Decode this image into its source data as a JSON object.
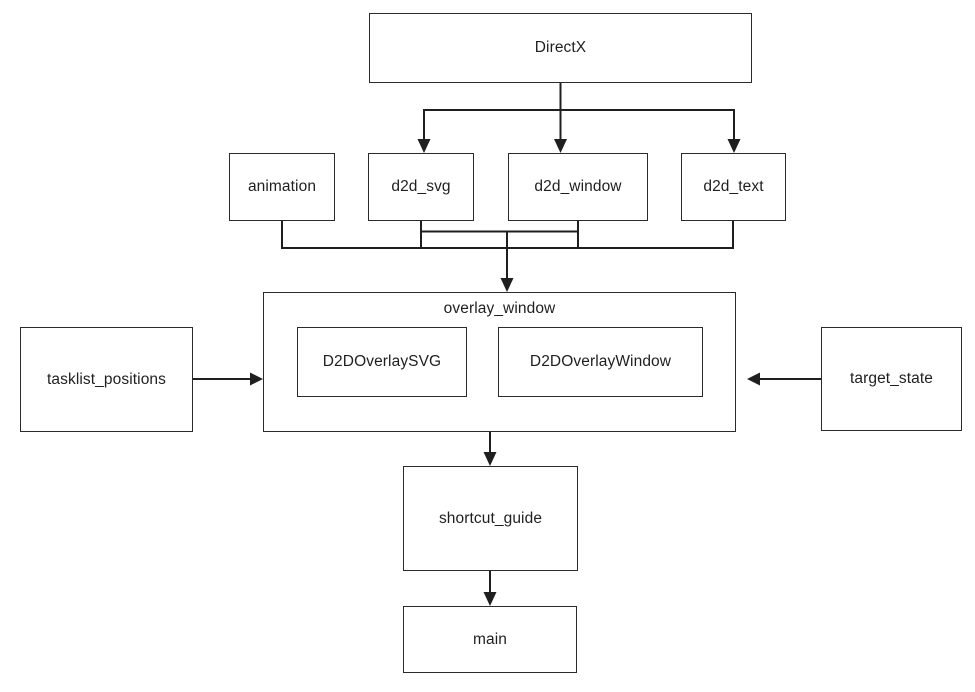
{
  "nodes": {
    "directx": {
      "label": "DirectX"
    },
    "animation": {
      "label": "animation"
    },
    "d2d_svg": {
      "label": "d2d_svg"
    },
    "d2d_window": {
      "label": "d2d_window"
    },
    "d2d_text": {
      "label": "d2d_text"
    },
    "overlay_window": {
      "label": "overlay_window"
    },
    "d2d_overlay_svg": {
      "label": "D2DOverlaySVG"
    },
    "d2d_overlay_window": {
      "label": "D2DOverlayWindow"
    },
    "tasklist_positions": {
      "label": "tasklist_positions"
    },
    "target_state": {
      "label": "target_state"
    },
    "shortcut_guide": {
      "label": "shortcut_guide"
    },
    "main": {
      "label": "main"
    }
  },
  "edges": [
    {
      "from": "DirectX",
      "to": "d2d_svg"
    },
    {
      "from": "DirectX",
      "to": "d2d_window"
    },
    {
      "from": "DirectX",
      "to": "d2d_text"
    },
    {
      "from": "animation",
      "to": "overlay_window"
    },
    {
      "from": "d2d_svg",
      "to": "overlay_window"
    },
    {
      "from": "d2d_window",
      "to": "overlay_window"
    },
    {
      "from": "d2d_text",
      "to": "overlay_window"
    },
    {
      "from": "tasklist_positions",
      "to": "overlay_window"
    },
    {
      "from": "target_state",
      "to": "overlay_window"
    },
    {
      "from": "overlay_window",
      "to": "shortcut_guide"
    },
    {
      "from": "shortcut_guide",
      "to": "main"
    }
  ],
  "colors": {
    "line": "#1f1f1f",
    "box_border": "#2b2b2b",
    "box_fill": "#ffffff",
    "background": "#ffffff",
    "text": "#1f1f1f"
  }
}
